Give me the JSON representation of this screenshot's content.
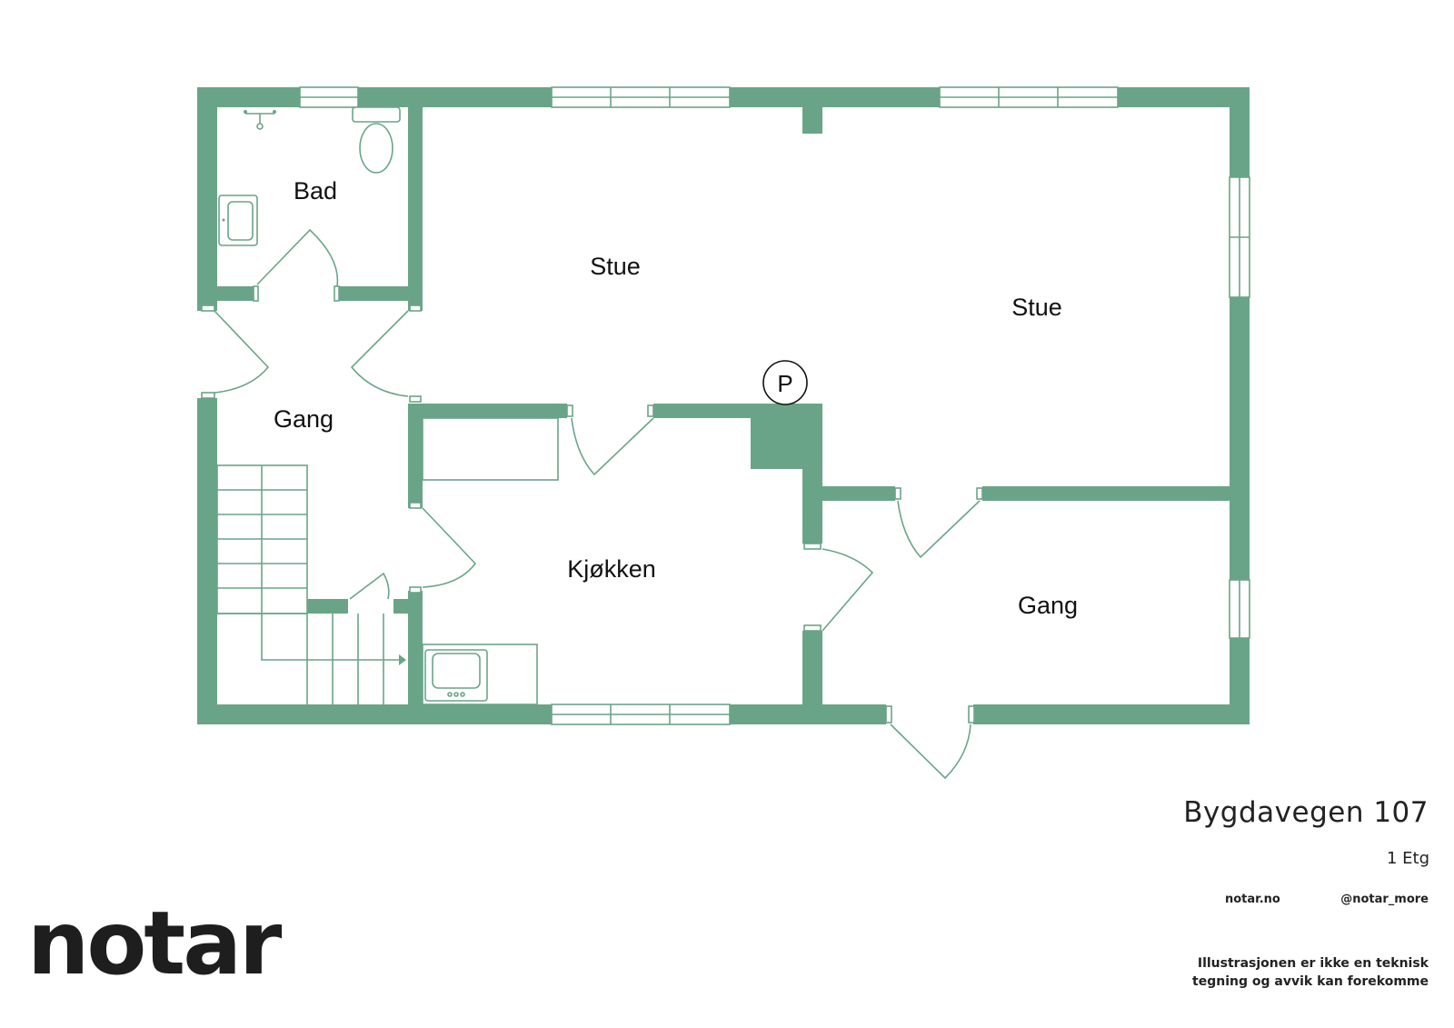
{
  "brand": {
    "logo_text": "notar",
    "wall_color": "#6aa488"
  },
  "property": {
    "address": "Bygdavegen 107",
    "floor": "1 Etg",
    "website": "notar.no",
    "social": "@notar_more",
    "disclaimer_line1": "Illustrasjonen er ikke en teknisk",
    "disclaimer_line2": "tegning og avvik kan forekomme"
  },
  "rooms": {
    "bad": "Bad",
    "stue_1": "Stue",
    "stue_2": "Stue",
    "gang_1": "Gang",
    "kjokken": "Kjøkken",
    "gang_2": "Gang"
  },
  "markers": {
    "parking": "P"
  }
}
